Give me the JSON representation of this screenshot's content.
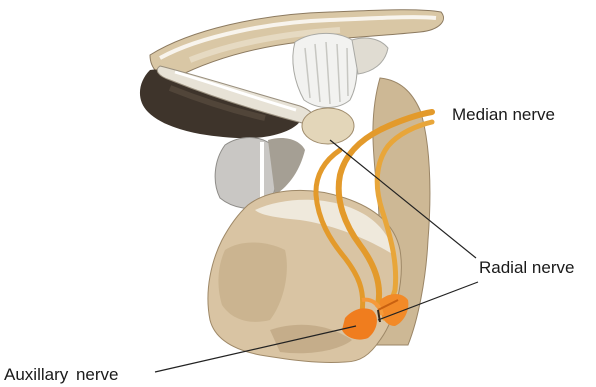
{
  "labels": {
    "median_nerve": "Median nerve",
    "radial_nerve": "Radial nerve",
    "auxillary_nerve": "Auxillary  nerve"
  },
  "colors": {
    "nerve": "#e39a2b",
    "nerve_dark": "#f07d1e",
    "bone": "#d8c5a5",
    "bone_dark": "#b8a080",
    "shadow": "#3e342b",
    "leader_line": "#222222"
  }
}
